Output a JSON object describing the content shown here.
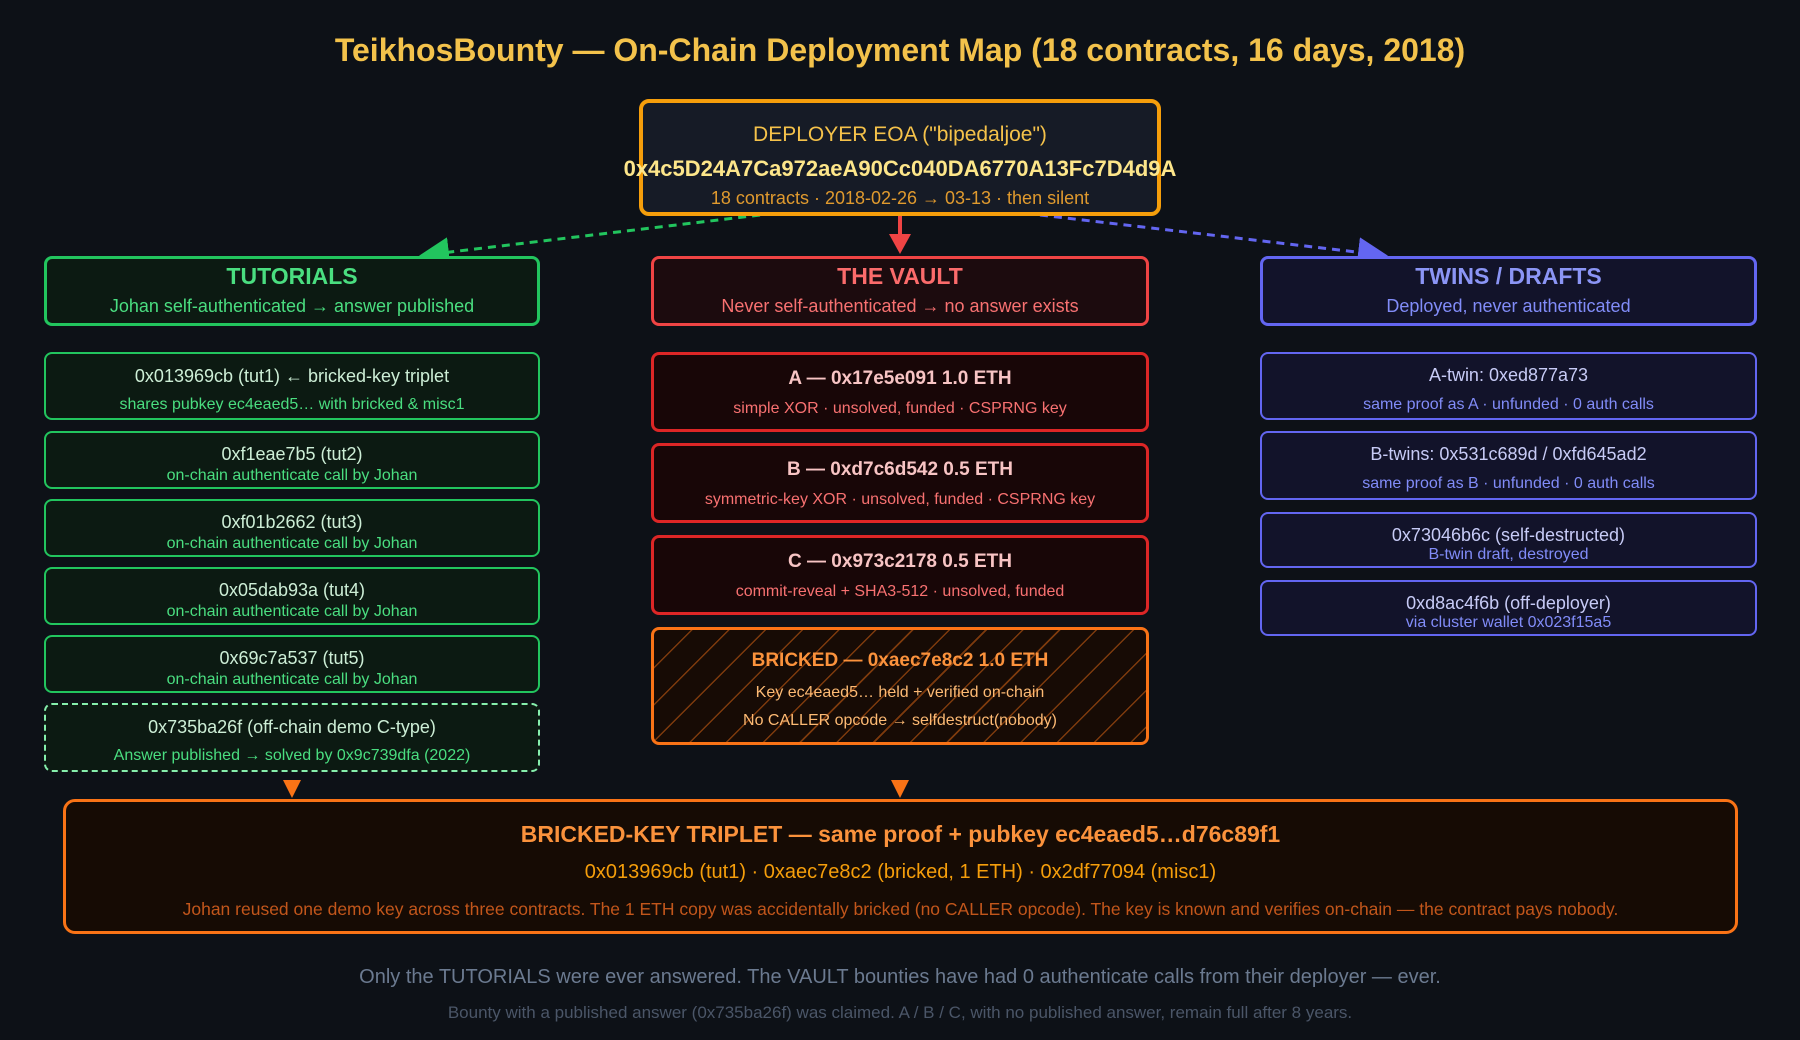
{
  "title": "TeikhosBounty — On-Chain Deployment Map (18 contracts, 16 days, 2018)",
  "deployer": {
    "label": "DEPLOYER EOA (\"bipedaljoe\")",
    "address": "0x4c5D24A7Ca972aeA90Cc040DA6770A13Fc7D4d9A",
    "summary": "18 contracts · 2018-02-26 → 03-13 · then silent"
  },
  "tutorials": {
    "title": "TUTORIALS",
    "subtitle": "Johan self-authenticated → answer published",
    "items": [
      {
        "line1": "0x013969cb (tut1) ← bricked-key triplet",
        "line2": "shares pubkey ec4eaed5… with bricked & misc1"
      },
      {
        "line1": "0xf1eae7b5 (tut2)",
        "line2": "on-chain authenticate call by Johan"
      },
      {
        "line1": "0xf01b2662 (tut3)",
        "line2": "on-chain authenticate call by Johan"
      },
      {
        "line1": "0x05dab93a (tut4)",
        "line2": "on-chain authenticate call by Johan"
      },
      {
        "line1": "0x69c7a537 (tut5)",
        "line2": "on-chain authenticate call by Johan"
      },
      {
        "line1": "0x735ba26f (off-chain demo C-type)",
        "line2": "Answer published → solved by 0x9c739dfa (2022)"
      }
    ]
  },
  "vault": {
    "title": "THE VAULT",
    "subtitle": "Never self-authenticated → no answer exists",
    "items": [
      {
        "line1": "A — 0x17e5e091 1.0 ETH",
        "line2": "simple XOR · unsolved, funded · CSPRNG key"
      },
      {
        "line1": "B — 0xd7c6d542 0.5 ETH",
        "line2": "symmetric-key XOR · unsolved, funded · CSPRNG key"
      },
      {
        "line1": "C — 0x973c2178 0.5 ETH",
        "line2": "commit-reveal + SHA3-512 · unsolved, funded"
      }
    ],
    "bricked": {
      "line1": "BRICKED — 0xaec7e8c2 1.0 ETH",
      "line2": "Key ec4eaed5… held + verified on-chain",
      "line3": "No CALLER opcode → selfdestruct(nobody)"
    }
  },
  "twins": {
    "title": "TWINS / DRAFTS",
    "subtitle": "Deployed, never authenticated",
    "items": [
      {
        "line1": "A-twin: 0xed877a73",
        "line2": "same proof as A · unfunded · 0 auth calls"
      },
      {
        "line1": "B-twins: 0x531c689d / 0xfd645ad2",
        "line2": "same proof as B · unfunded · 0 auth calls"
      },
      {
        "line1": "0x73046b6c (self-destructed)",
        "line2": "B-twin draft, destroyed"
      },
      {
        "line1": "0xd8ac4f6b (off-deployer)",
        "line2": "via cluster wallet 0x023f15a5"
      }
    ]
  },
  "triplet": {
    "title": "BRICKED-KEY TRIPLET — same proof + pubkey ec4eaed5…d76c89f1",
    "members": "0x013969cb (tut1) · 0xaec7e8c2 (bricked, 1 ETH) · 0x2df77094 (misc1)",
    "note": "Johan reused one demo key across three contracts. The 1 ETH copy was accidentally bricked (no CALLER opcode). The key is known and verifies on-chain — the contract pays nobody."
  },
  "footer": {
    "line1": "Only the TUTORIALS were ever answered. The VAULT bounties have had 0 authenticate calls from their deployer — ever.",
    "line2": "Bounty with a published answer (0x735ba26f) was claimed. A / B / C, with no published answer, remain full after 8 years."
  },
  "colors": {
    "tutorials": "#22c55e",
    "vault": "#ef4444",
    "twins": "#6366f1",
    "deployer": "#f59e0b",
    "bricked": "#f97316",
    "title": "#f3c24b"
  }
}
